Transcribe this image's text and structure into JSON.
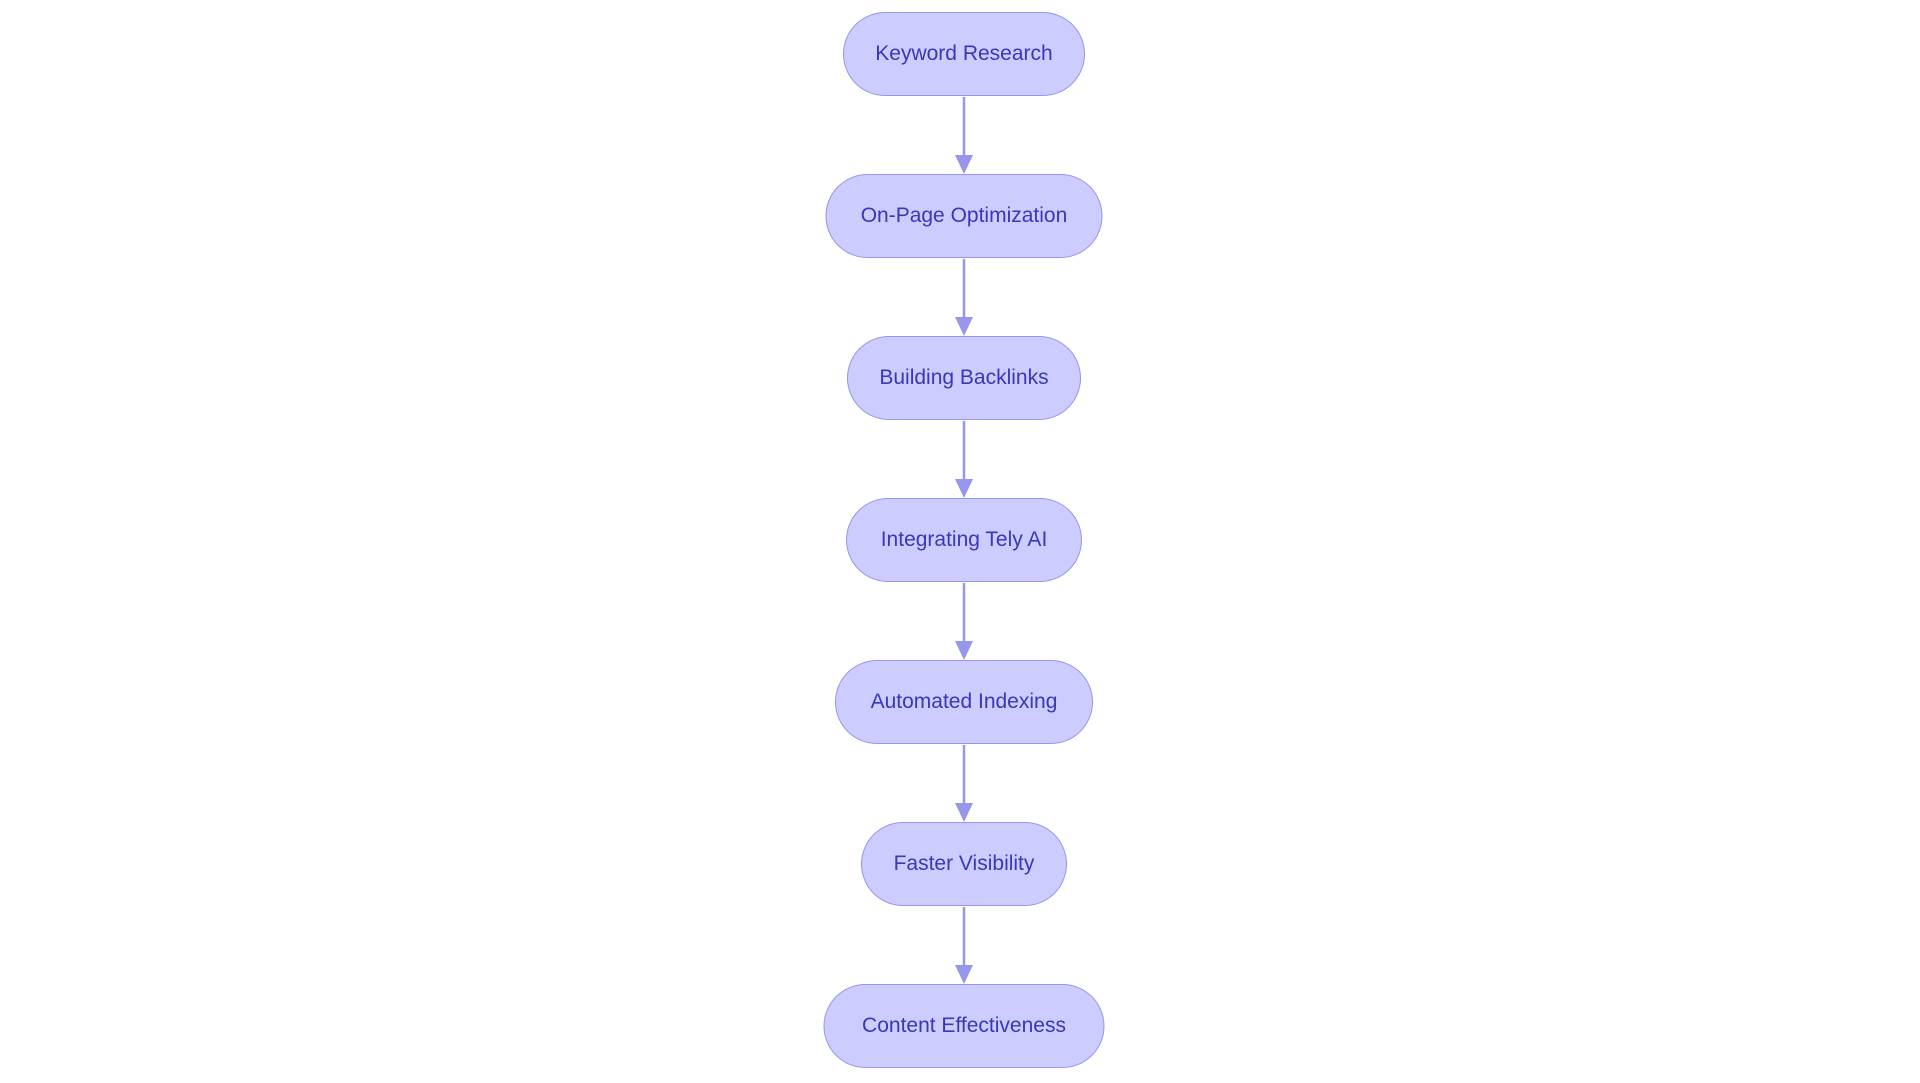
{
  "diagram": {
    "type": "flowchart",
    "direction": "top-to-bottom",
    "colors": {
      "node_fill": "#ccccff",
      "node_border": "#9696ec",
      "node_text": "#3838b8",
      "connector": "#9696ec",
      "background": "#ffffff"
    },
    "nodes": [
      {
        "id": "keyword-research",
        "label": "Keyword Research"
      },
      {
        "id": "on-page-optimization",
        "label": "On-Page Optimization"
      },
      {
        "id": "building-backlinks",
        "label": "Building Backlinks"
      },
      {
        "id": "integrating-tely-ai",
        "label": "Integrating Tely AI"
      },
      {
        "id": "automated-indexing",
        "label": "Automated Indexing"
      },
      {
        "id": "faster-visibility",
        "label": "Faster Visibility"
      },
      {
        "id": "content-effectiveness",
        "label": "Content Effectiveness"
      }
    ],
    "edges": [
      {
        "from": "keyword-research",
        "to": "on-page-optimization"
      },
      {
        "from": "on-page-optimization",
        "to": "building-backlinks"
      },
      {
        "from": "building-backlinks",
        "to": "integrating-tely-ai"
      },
      {
        "from": "integrating-tely-ai",
        "to": "automated-indexing"
      },
      {
        "from": "automated-indexing",
        "to": "faster-visibility"
      },
      {
        "from": "faster-visibility",
        "to": "content-effectiveness"
      }
    ]
  }
}
